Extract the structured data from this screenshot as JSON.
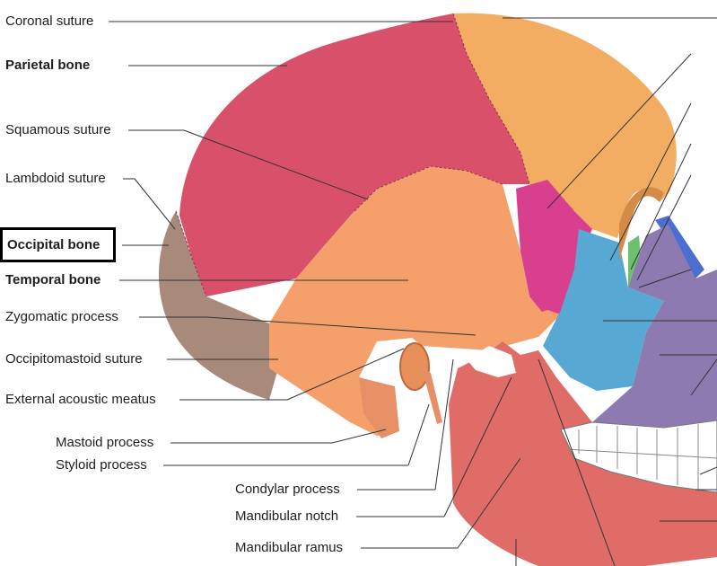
{
  "labels": {
    "coronal_suture": "Coronal suture",
    "parietal_bone": "Parietal bone",
    "squamous_suture": "Squamous suture",
    "lambdoid_suture": "Lambdoid suture",
    "occipital_bone": "Occipital bone",
    "temporal_bone": "Temporal bone",
    "zygomatic_process": "Zygomatic process",
    "occipitomastoid_suture": "Occipitomastoid suture",
    "external_acoustic_meatus": "External acoustic meatus",
    "mastoid_process": "Mastoid process",
    "styloid_process": "Styloid process",
    "condylar_process": "Condylar process",
    "mandibular_notch": "Mandibular notch",
    "mandibular_ramus": "Mandibular ramus"
  },
  "highlighted_label": "Occipital bone",
  "colors": {
    "parietal": "#d9506b",
    "frontal": "#f2ad63",
    "temporal": "#f5a06b",
    "occipital": "#a88a7a",
    "sphenoid": "#d93f8f",
    "zygomatic": "#58a8d4",
    "maxilla": "#8d7ab0",
    "mandible": "#e06c68",
    "nasal": "#4d6ed1",
    "lacrimal": "#6cc070"
  }
}
